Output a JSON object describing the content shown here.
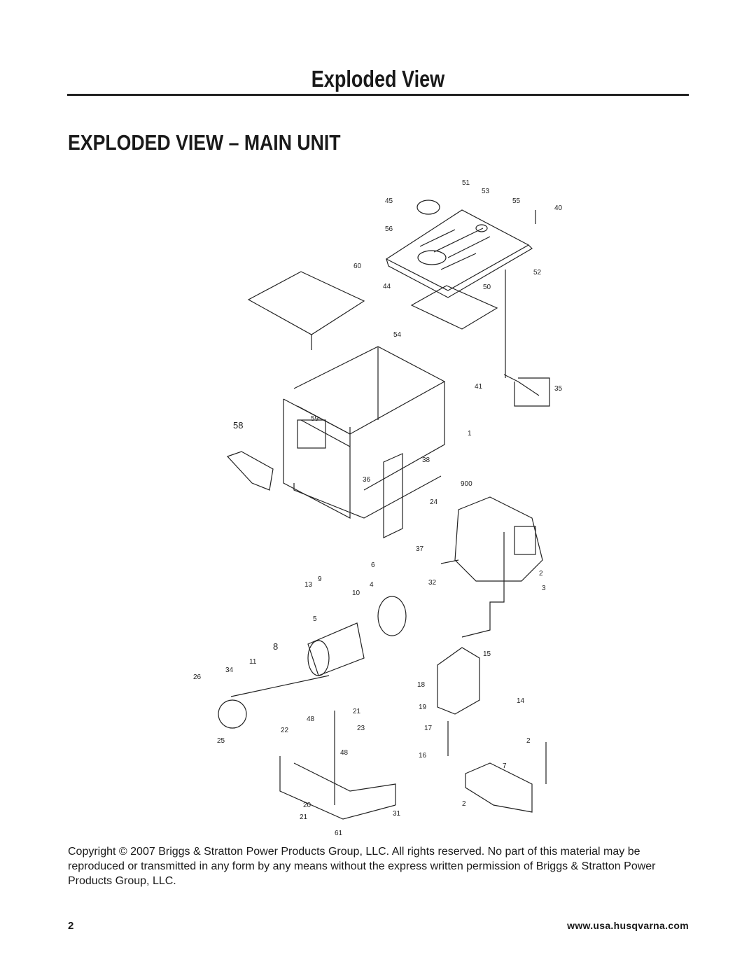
{
  "header": {
    "title": "Exploded View"
  },
  "section": {
    "title": "EXPLODED VIEW – MAIN UNIT"
  },
  "diagram": {
    "callouts": [
      "51",
      "53",
      "45",
      "55",
      "40",
      "56",
      "60",
      "52",
      "44",
      "50",
      "54",
      "41",
      "35",
      "58",
      "59",
      "1",
      "36",
      "38",
      "900",
      "24",
      "37",
      "6",
      "13",
      "9",
      "10",
      "4",
      "32",
      "2",
      "3",
      "5",
      "8",
      "11",
      "34",
      "26",
      "15",
      "18",
      "21",
      "14",
      "19",
      "48",
      "22",
      "23",
      "25",
      "17",
      "16",
      "7",
      "20",
      "31",
      "61"
    ]
  },
  "copyright": {
    "text": "Copyright © 2007 Briggs & Stratton Power Products Group, LLC.  All rights reserved.  No part of this material may be reproduced or transmitted in any form by any means without the express written permission of Briggs & Stratton Power Products Group, LLC."
  },
  "footer": {
    "page_number": "2",
    "url": "www.usa.husqvarna.com"
  }
}
